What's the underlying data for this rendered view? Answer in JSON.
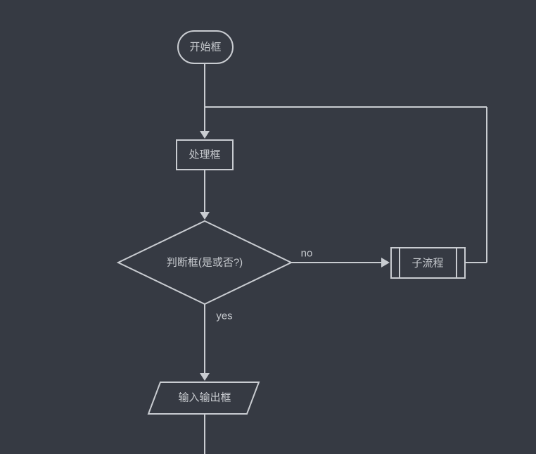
{
  "colors": {
    "background": "#363a43",
    "stroke": "#c9ccd1",
    "text": "#c6c9ce"
  },
  "nodes": {
    "start": {
      "label": "开始框",
      "shape": "terminator"
    },
    "process": {
      "label": "处理框",
      "shape": "process"
    },
    "decision": {
      "label": "判断框(是或否?)",
      "shape": "decision"
    },
    "subprocess": {
      "label": "子流程",
      "shape": "predefined-process"
    },
    "io": {
      "label": "输入输出框",
      "shape": "input-output"
    }
  },
  "edge_labels": {
    "no": "no",
    "yes": "yes"
  }
}
